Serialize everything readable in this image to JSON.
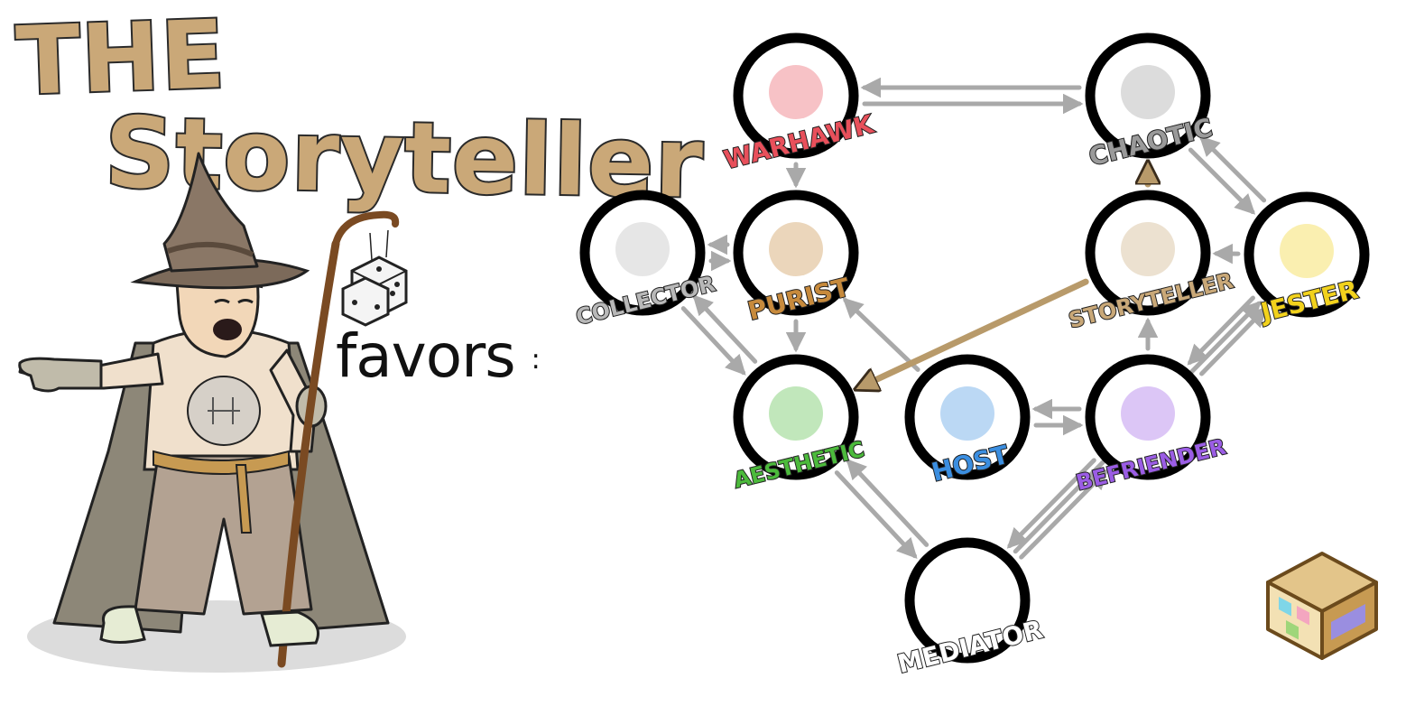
{
  "title": {
    "line1": "THE",
    "line2": "Storyteller"
  },
  "subtitle": {
    "text": "favors",
    "colon": ":"
  },
  "colors": {
    "arrow": "#a9a9a9",
    "highlight_arrow": "#b89a6a",
    "node_ring": "#000000",
    "title_fill": "#caa878"
  },
  "nodes": [
    {
      "id": "warhawk",
      "label": "WARHAWK",
      "color": "#e8505b"
    },
    {
      "id": "chaotic",
      "label": "CHAOTIC",
      "color": "#9a9a9a"
    },
    {
      "id": "collector",
      "label": "COLLECTOR",
      "color": "#b8b8b8"
    },
    {
      "id": "purist",
      "label": "PURIST",
      "color": "#c78a3c"
    },
    {
      "id": "storyteller",
      "label": "STORYTELLER",
      "color": "#c9a878"
    },
    {
      "id": "jester",
      "label": "JESTER",
      "color": "#f2d21c"
    },
    {
      "id": "aesthetic",
      "label": "AESTHETIC",
      "color": "#4cba3c"
    },
    {
      "id": "host",
      "label": "HOST",
      "color": "#3b8ee0"
    },
    {
      "id": "befriender",
      "label": "BEFRIENDER",
      "color": "#9b5de5"
    },
    {
      "id": "mediator",
      "label": "MEDIATOR",
      "color": "#ffffff"
    }
  ],
  "edges": [
    {
      "from": "chaotic",
      "to": "warhawk",
      "highlight": false
    },
    {
      "from": "warhawk",
      "to": "chaotic",
      "highlight": false
    },
    {
      "from": "warhawk",
      "to": "purist",
      "highlight": false
    },
    {
      "from": "purist",
      "to": "collector",
      "highlight": false
    },
    {
      "from": "collector",
      "to": "purist",
      "highlight": false
    },
    {
      "from": "collector",
      "to": "aesthetic",
      "highlight": false
    },
    {
      "from": "aesthetic",
      "to": "collector",
      "highlight": false
    },
    {
      "from": "purist",
      "to": "aesthetic",
      "highlight": false
    },
    {
      "from": "host",
      "to": "purist",
      "highlight": false
    },
    {
      "from": "storyteller",
      "to": "chaotic",
      "highlight": true
    },
    {
      "from": "storyteller",
      "to": "aesthetic",
      "highlight": true
    },
    {
      "from": "chaotic",
      "to": "jester",
      "highlight": false
    },
    {
      "from": "jester",
      "to": "chaotic",
      "highlight": false
    },
    {
      "from": "jester",
      "to": "storyteller",
      "highlight": false
    },
    {
      "from": "befriender",
      "to": "storyteller",
      "highlight": false
    },
    {
      "from": "befriender",
      "to": "jester",
      "highlight": false
    },
    {
      "from": "jester",
      "to": "befriender",
      "highlight": false
    },
    {
      "from": "host",
      "to": "befriender",
      "highlight": false
    },
    {
      "from": "befriender",
      "to": "host",
      "highlight": false
    },
    {
      "from": "aesthetic",
      "to": "mediator",
      "highlight": false
    },
    {
      "from": "mediator",
      "to": "aesthetic",
      "highlight": false
    },
    {
      "from": "mediator",
      "to": "befriender",
      "highlight": false
    },
    {
      "from": "befriender",
      "to": "mediator",
      "highlight": false
    },
    {
      "from": "mediator",
      "to": "jester",
      "highlight": false
    }
  ],
  "illustration": {
    "character": "storyteller-wizard",
    "logo": "isometric-box-logo-icon"
  }
}
